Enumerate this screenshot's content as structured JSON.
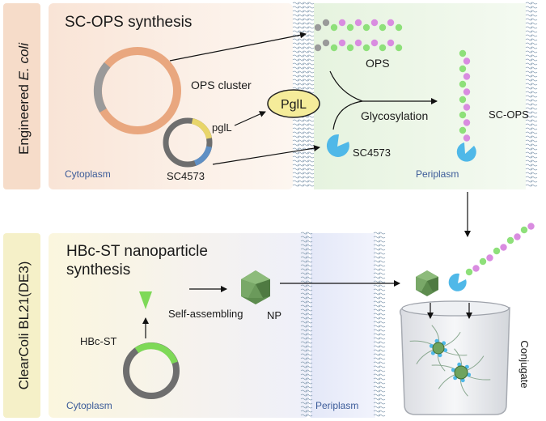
{
  "top_panel": {
    "side_label_prefix": "Engineered ",
    "side_label_italic": "E. coli",
    "title": "SC-OPS synthesis",
    "plasmid_label": "OPS cluster",
    "gene_pgll": "pglL",
    "gene_sc4573": "SC4573",
    "enzyme": "PglL",
    "ops_label": "OPS",
    "glycosylation": "Glycosylation",
    "carrier_label": "SC4573",
    "product_label": "SC-OPS",
    "cytoplasm": "Cytoplasm",
    "periplasm": "Periplasm"
  },
  "bottom_panel": {
    "side_label": "ClearColi BL21(DE3)",
    "title_line1": "HBc-ST nanoparticle",
    "title_line2": "synthesis",
    "gene_label": "HBc-ST",
    "self_assembling": "Self-assembling",
    "np_label": "NP",
    "cytoplasm": "Cytoplasm",
    "periplasm": "Periplasm",
    "conjugate": "Conjugate"
  },
  "colors": {
    "plasmid_main": "#e9a77f",
    "plasmid_gray": "#9a9a9a",
    "gene_yellow": "#e8d56a",
    "gene_blue": "#5f8fc4",
    "gene_green": "#7ed957",
    "enzyme_fill": "#f5ec9a",
    "carrier": "#4fb8e8",
    "bead_green": "#8ee07a",
    "bead_pink": "#d98ce0",
    "np_green": "#6fa35e"
  }
}
